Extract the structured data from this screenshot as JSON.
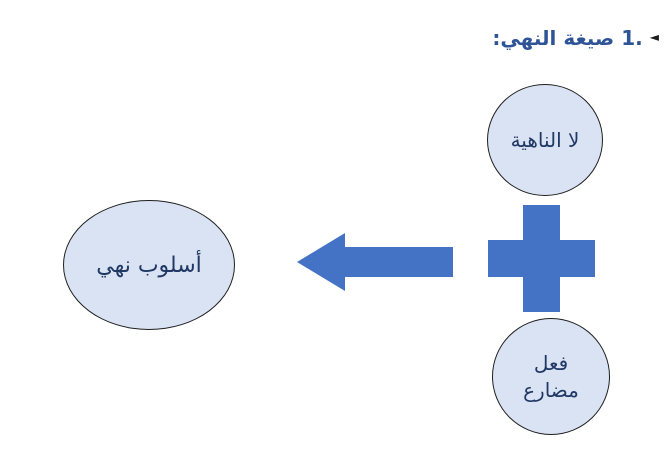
{
  "heading": {
    "marker": "◄",
    "number": "1.",
    "title": "صيغة النهي:",
    "color": "#2F5496"
  },
  "diagram": {
    "shape_fill": "#DAE3F3",
    "shape_border": "#1f1f1f",
    "shape_text_color": "#203864",
    "accent_color": "#4472C4",
    "top_circle": {
      "label": "لا الناهية"
    },
    "plus_icon": "plus-icon",
    "bottom_circle": {
      "line1": "فعل",
      "line2": "مضارع"
    },
    "arrow_icon": "left-arrow-icon",
    "result_ellipse": {
      "label": "أسلوب نهي"
    }
  }
}
